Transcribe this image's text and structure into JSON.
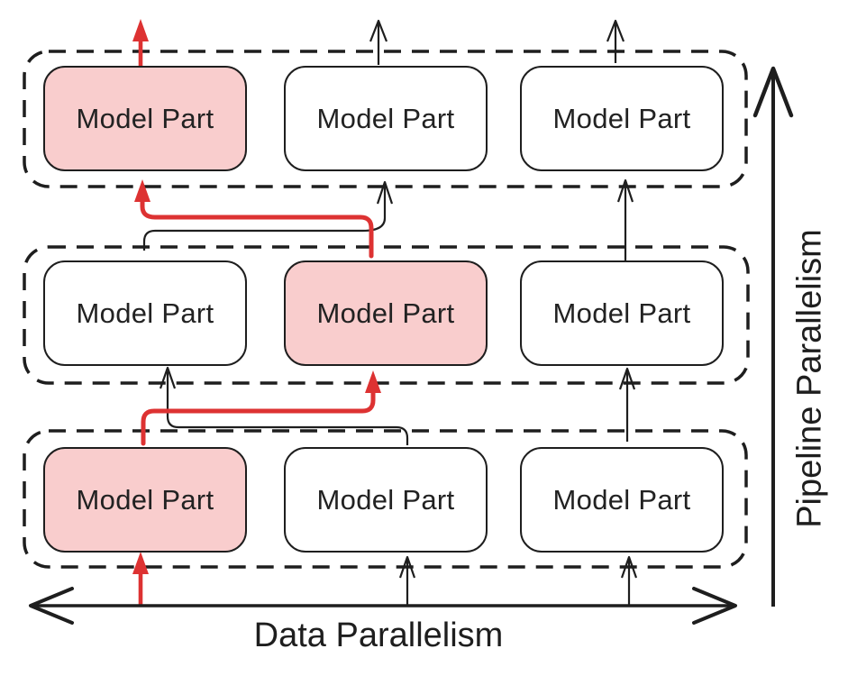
{
  "diagram_type": "parallelism-schematic",
  "axes": {
    "x_label": "Data Parallelism",
    "y_label": "Pipeline Parallelism"
  },
  "rows": [
    {
      "name": "pipeline-stage-top",
      "parts": [
        {
          "label": "Model Part",
          "highlighted": true
        },
        {
          "label": "Model Part",
          "highlighted": false
        },
        {
          "label": "Model Part",
          "highlighted": false
        }
      ]
    },
    {
      "name": "pipeline-stage-middle",
      "parts": [
        {
          "label": "Model Part",
          "highlighted": false
        },
        {
          "label": "Model Part",
          "highlighted": true
        },
        {
          "label": "Model Part",
          "highlighted": false
        }
      ]
    },
    {
      "name": "pipeline-stage-bottom",
      "parts": [
        {
          "label": "Model Part",
          "highlighted": true
        },
        {
          "label": "Model Part",
          "highlighted": false
        },
        {
          "label": "Model Part",
          "highlighted": false
        }
      ]
    }
  ],
  "colors": {
    "highlight_fill": "#f9cdcd",
    "active_path_red": "#dd3232",
    "line_black": "#1e1e1e",
    "background": "#ffffff"
  }
}
